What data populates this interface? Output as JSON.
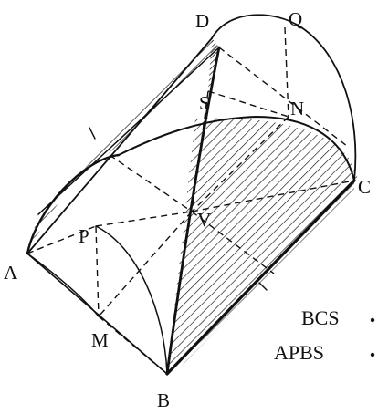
{
  "points": {
    "A": "A",
    "B": "B",
    "C": "C",
    "D": "D",
    "Q": "Q",
    "S": "S",
    "N": "N",
    "P": "P",
    "V": "V",
    "M": "M"
  },
  "notes": {
    "line1": "BCS",
    "line2": "APBS"
  },
  "colors": {
    "ink": "#111111",
    "paper": "#ffffff"
  }
}
